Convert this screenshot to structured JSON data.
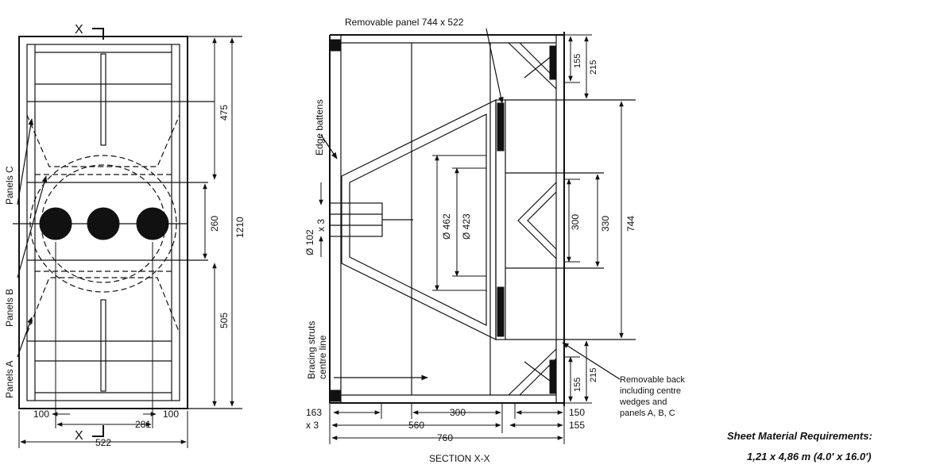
{
  "labels": {
    "section_marker_top": "X",
    "section_marker_bottom": "X",
    "panels_c": "Panels C",
    "panels_b": "Panels B",
    "panels_a": "Panels A",
    "removable_panel": "Removable panel 744 x 522",
    "edge_battens": "Edge battens",
    "bracing_struts": "Bracing struts",
    "centre_line": "centre line",
    "removable_back": [
      "Removable back",
      "including centre",
      "wedges and",
      "panels A, B, C"
    ],
    "section_title": "SECTION X-X",
    "sheet_title": "Sheet Material Requirements:",
    "sheet_values": "1,21 x 4,86 m (4.0' x 16.0')"
  },
  "dimensions": {
    "front_475": "475",
    "front_260": "260",
    "front_505": "505",
    "front_1210": "1210",
    "front_100_left": "100",
    "front_100_right": "100",
    "front_281": "281",
    "front_522": "522",
    "sec_155_top": "155",
    "sec_215_top": "215",
    "sec_744": "744",
    "sec_330": "330",
    "sec_300_v": "300",
    "sec_155_bot": "155",
    "sec_215_bot": "215",
    "sec_d462": "Ø 462",
    "sec_d423": "Ø 423",
    "sec_d102": "Ø 102",
    "sec_x3_a": "x 3",
    "sec_163": "163",
    "sec_x3_b": "x 3",
    "sec_300_h": "300",
    "sec_560": "560",
    "sec_760": "760",
    "sec_150": "150",
    "sec_155_h": "155"
  }
}
